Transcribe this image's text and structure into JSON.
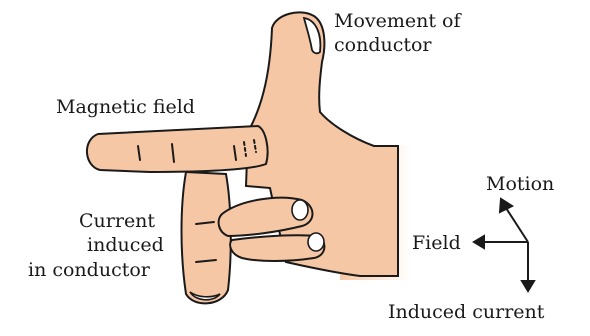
{
  "diagram": {
    "labels": {
      "movement_line1": "Movement of",
      "movement_line2": "conductor",
      "magnetic_field": "Magnetic field",
      "current_line1": "Current",
      "current_line2": "induced",
      "current_line3": "in conductor"
    },
    "axes": {
      "motion": "Motion",
      "field": "Field",
      "induced_current": "Induced current"
    },
    "colors": {
      "skin": "#f6c7a4",
      "outline": "#1a1a1a",
      "text": "#1a1a1a"
    }
  }
}
